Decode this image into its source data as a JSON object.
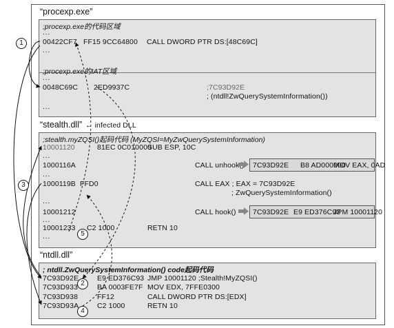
{
  "procexp": {
    "title": "“procexp.exe”",
    "code_header": ";procexp.exe的代码区域",
    "call": {
      "addr": "00422CF7",
      "bytes": "FF15 9CC64800",
      "instr": "CALL DWORD PTR DS:[48C69C]"
    },
    "iat_header": ";procexp.exe的IAT区域",
    "iat": {
      "addr": "0048C69C",
      "bytes": "2ED9937C",
      "comment1": ";7C93D92E",
      "comment2": "; (ntdll!ZwQuerySystemInformation())"
    }
  },
  "stealth": {
    "title": "“stealth.dll”",
    "title_note": "← infected DLL",
    "header": ";stealth.myZQSI()起码代码 (MyZQSI=MyZwQuerySystemInformation)",
    "line1": {
      "addr": "10001120",
      "bytes": "81EC 0C010000",
      "instr": "SUB ESP, 10C"
    },
    "line2": {
      "addr": "1000116A",
      "instr": "CALL unhook()"
    },
    "line2_box": {
      "addr": "7C93D92E",
      "bytes": "B8 AD000000",
      "instr": "MOV EAX, 0AD"
    },
    "line3": {
      "addr": "1000119B",
      "bytes": "FFD0",
      "instr": "CALL EAX ; EAX = 7C93D92E",
      "instr2": "; ZwQuerySystemInformation()"
    },
    "line4": {
      "addr": "10001212",
      "instr": "CALL hook()"
    },
    "line4_box": {
      "addr": "7C93D92E",
      "bytes": "E9 ED376C93",
      "instr": "JPM 10001120"
    },
    "line5": {
      "addr": "10001233",
      "bytes": "C2 1000",
      "instr": "RETN 10"
    }
  },
  "ntdll": {
    "title": "“ntdll.dll”",
    "header": "; ntdll.ZwQuerySystemInformation() code起码代码",
    "lines": [
      {
        "addr": "7C93D92E",
        "bytes": "E9 ED376C93",
        "instr": "JMP 10001120 ;Stealth!MyZQSI()"
      },
      {
        "addr": "7C93D933",
        "bytes": "BA 0003FE7F",
        "instr": "MOV EDX, 7FFE0300"
      },
      {
        "addr": "7C93D938",
        "bytes": "FF12",
        "instr": "CALL DWORD PTR DS:[EDX]"
      },
      {
        "addr": "7C93D93A",
        "bytes": "C2 1000",
        "instr": "RETN 10"
      }
    ]
  },
  "dots": "...",
  "steps": [
    "1",
    "2",
    "3",
    "4",
    "5"
  ]
}
